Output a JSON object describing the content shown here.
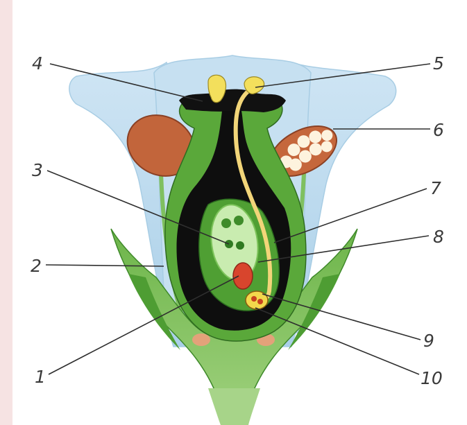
{
  "labels": {
    "l1": "1",
    "l2": "2",
    "l3": "3",
    "l4": "4",
    "l5": "5",
    "l6": "6",
    "l7": "7",
    "l8": "8",
    "l9": "9",
    "l10": "10"
  },
  "colors": {
    "petal": "#bfdcee",
    "petal_edge": "#9fc6e2",
    "green": "#5aa83a",
    "light_green": "#9dd17c",
    "dark": "#0c0c0c",
    "pollen_tube": "#f3d97a",
    "anther": "#c8683d",
    "egg": "#d9462e"
  }
}
